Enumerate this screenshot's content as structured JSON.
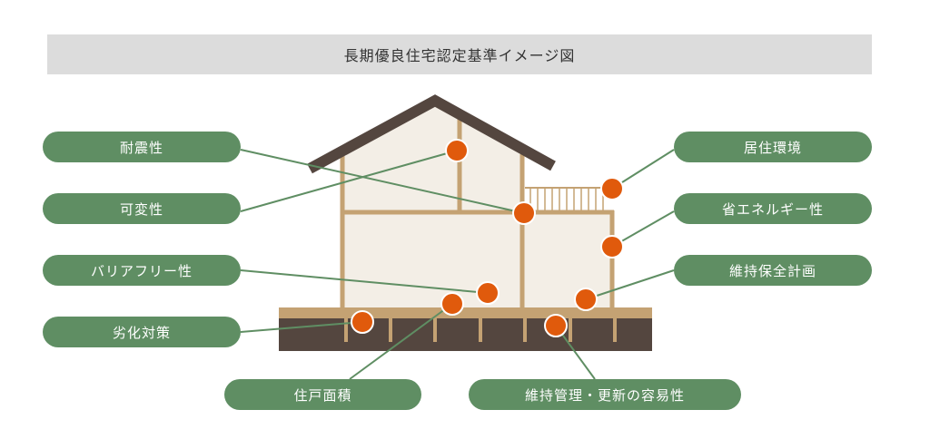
{
  "title": "長期優良住宅認定基準イメージ図",
  "labels": {
    "taishin": "耐震性",
    "kahen": "可変性",
    "barrier_free": "バリアフリー性",
    "rekka": "劣化対策",
    "kyoju": "居住環境",
    "shoene": "省エネルギー性",
    "hozen": "維持保全計画",
    "menseki": "住戸面積",
    "kanri": "維持管理・更新の容易性"
  },
  "colors": {
    "label_bg": "#5f8e63",
    "dot": "#e05a0c",
    "roof": "#54463f",
    "frame": "#c4a273",
    "wall": "#f3eee6"
  }
}
